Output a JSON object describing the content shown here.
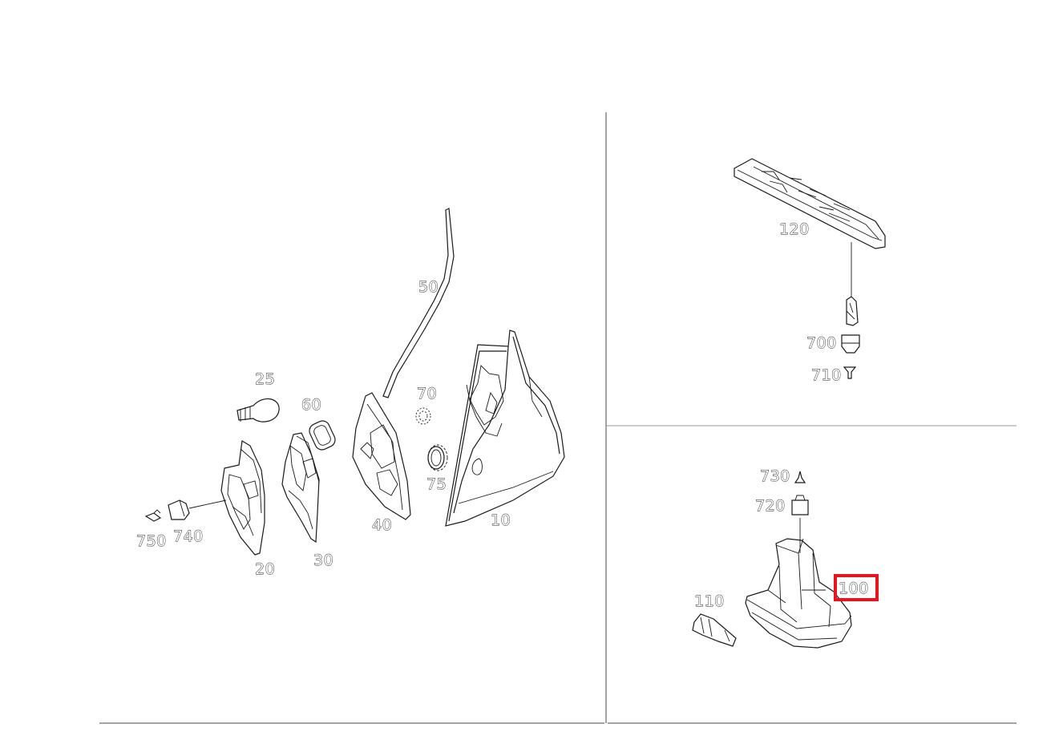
{
  "diagram": {
    "selected_part": "100",
    "highlight_color": "#e8141e",
    "parts": {
      "p10": "10",
      "p20": "20",
      "p25": "25",
      "p30": "30",
      "p40": "40",
      "p50": "50",
      "p60": "60",
      "p70": "70",
      "p75": "75",
      "p100": "100",
      "p110": "110",
      "p120": "120",
      "p700": "700",
      "p710": "710",
      "p720": "720",
      "p730": "730",
      "p740": "740",
      "p750": "750"
    }
  }
}
